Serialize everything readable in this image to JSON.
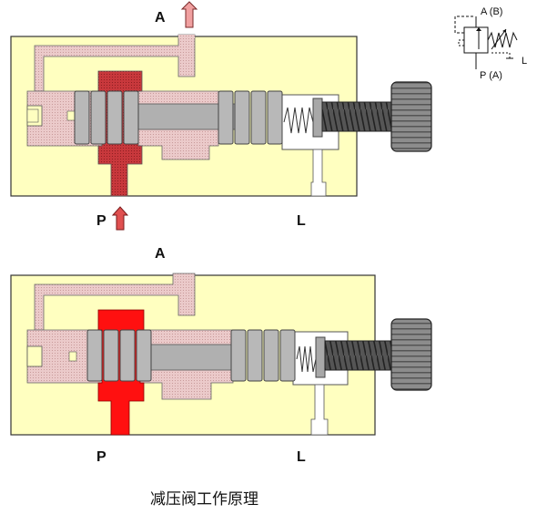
{
  "caption": "减压阀工作原理",
  "top_diagram": {
    "port_a": "A",
    "port_p": "P",
    "port_l": "L"
  },
  "bottom_diagram": {
    "port_a": "A",
    "port_p": "P",
    "port_l": "L"
  },
  "symbol": {
    "label_ab": "A (B)",
    "label_pa": "P (A)",
    "label_l": "L"
  },
  "colors": {
    "body": "#FFFFC0",
    "low_pressure": "#E8C8C8",
    "high_pressure_top": "#C03A3A",
    "high_pressure_bottom": "#FF0000",
    "spool": "#B8B8B8",
    "spool_dark": "#888888",
    "knob": "#8A8A8A",
    "screw": "#4A4A4A",
    "arrow_fill": "#F0A0A0"
  }
}
